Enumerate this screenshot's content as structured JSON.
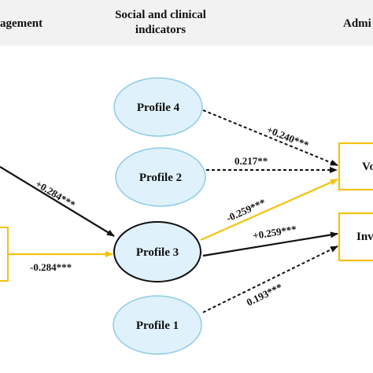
{
  "headers": {
    "left": "agement",
    "middle_line1": "Social and clinical",
    "middle_line2": "indicators",
    "right": "Admi"
  },
  "nodes": {
    "profile4": "Profile 4",
    "profile2": "Profile 2",
    "profile3": "Profile 3",
    "profile1": "Profile 1",
    "outcome_top": "Vo",
    "outcome_bottom": "Inv"
  },
  "edges": {
    "profile4_to_vo": "+0.240***",
    "profile2_to_vo": "0.217**",
    "left_to_profile3": "+0.284***",
    "box_to_profile3": "-0.284***",
    "profile3_to_vo": "-0.259***",
    "profile3_to_inv": "+0.259***",
    "profile1_to_inv": "0.193***"
  },
  "colors": {
    "ellipse_fill": "#dff1fb",
    "ellipse_stroke": "#8fcbe6",
    "box_stroke": "#f3c20f",
    "yellow_arrow": "#f3c20f",
    "black_arrow": "#111111",
    "header_band": "#f2f2f2"
  }
}
